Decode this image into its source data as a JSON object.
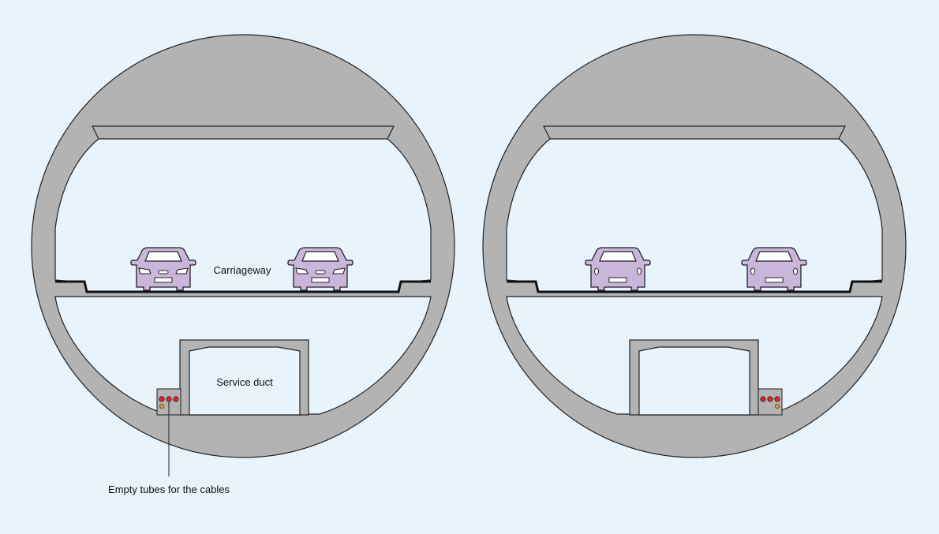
{
  "colors": {
    "background": "#e8f3fc",
    "lining": "#b3b3b3",
    "outline": "#222222",
    "car": "#c9b6da",
    "tube_red": "#e8232e",
    "tube_orange": "#f2a31b"
  },
  "labels": {
    "carriageway": "Carriageway",
    "service_duct": "Service duct",
    "empty_tubes": "Empty tubes for the cables"
  },
  "views": [
    {
      "view": "car-front",
      "cars": 2,
      "red_tubes": 3,
      "orange_tubes": 1
    },
    {
      "view": "car-rear",
      "cars": 2,
      "red_tubes": 3,
      "orange_tubes": 1
    }
  ],
  "icons": [
    "car-front-icon",
    "car-rear-icon",
    "cable-tube-icon"
  ]
}
